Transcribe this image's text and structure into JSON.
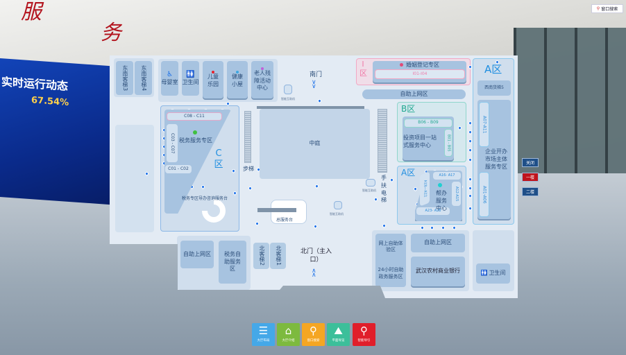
{
  "background": {
    "screen_title": "实时运行动态",
    "screen_percent": "67.54%"
  },
  "top_right": {
    "search_label": "窗口搜索",
    "search_icon": "search-icon"
  },
  "floor_buttons": [
    {
      "label": "关闭",
      "color": "#1f4f88"
    },
    {
      "label": "一楼",
      "color": "#c0141c"
    },
    {
      "label": "二楼",
      "color": "#1f4f88"
    }
  ],
  "map": {
    "se_elevator3": "东南客梯3",
    "se_elevator4": "东南客梯4",
    "facilities": [
      {
        "label": "母婴室",
        "icon": "stroller-icon"
      },
      {
        "label": "卫生间",
        "icon": "restroom-icon"
      },
      {
        "label": "儿童乐园",
        "dot": "#e8202a"
      },
      {
        "label": "健康小屋",
        "dot": "#3ea6e0"
      },
      {
        "label": "老人残障活动中心",
        "dot": "#c060d8"
      }
    ],
    "kiosk": "智能互助机",
    "south_gate": "南门",
    "zone_i": {
      "title": "I区",
      "name": "婚姻登记专区",
      "range": "I01-I04"
    },
    "self_net_top": "自助上网区",
    "zone_a": {
      "title": "A区",
      "freight": "西南货梯5",
      "range1": "A07-A11",
      "name": "企业开办市场主体服务专区",
      "range2": "A01-A06"
    },
    "zone_b": {
      "title": "B区",
      "range1": "B06 - B09",
      "range2": "B01 - B05",
      "name": "投资项目一站式服务中心"
    },
    "zone_a2": {
      "title": "A区",
      "range1": "A16- A17",
      "range2": "A18—A22",
      "range3": "A12-A15",
      "range4": "A23- A28",
      "name": "帮办服务中心"
    },
    "zone_c": {
      "title": "C区",
      "range1": "C08 - C11",
      "range2": "C03 - C07",
      "range3": "C01 - C02",
      "name": "税务服务专区",
      "desk": "税务专区导办咨询服务台"
    },
    "stairs": "步梯",
    "atrium": "中庭",
    "escalator": "手扶电梯",
    "main_desk": "总服务台",
    "self_net_bl": "自助上网区",
    "tax_self": "税务自助服务区",
    "n_elevator2": "北客梯2",
    "n_elevator1": "北客梯1",
    "north_gate": "北门（主入口）",
    "online_exp": "网上自助体验区",
    "gov_24h": "24小时自助政务服务区",
    "self_net_br": "自助上网区",
    "bank": "武汉农村商业银行",
    "restroom": "卫生间"
  },
  "toolbar": [
    {
      "label": "大厅布局",
      "icon": "layers-icon",
      "color": "#45a8e8"
    },
    {
      "label": "大厅介绍",
      "icon": "home-icon",
      "color": "#7dba3e"
    },
    {
      "label": "窗口搜索",
      "icon": "search-icon",
      "color": "#f5a623"
    },
    {
      "label": "平面导览",
      "icon": "map-icon",
      "color": "#3cbf9a"
    },
    {
      "label": "智能导引",
      "icon": "location-icon",
      "color": "#e01e2a"
    }
  ]
}
